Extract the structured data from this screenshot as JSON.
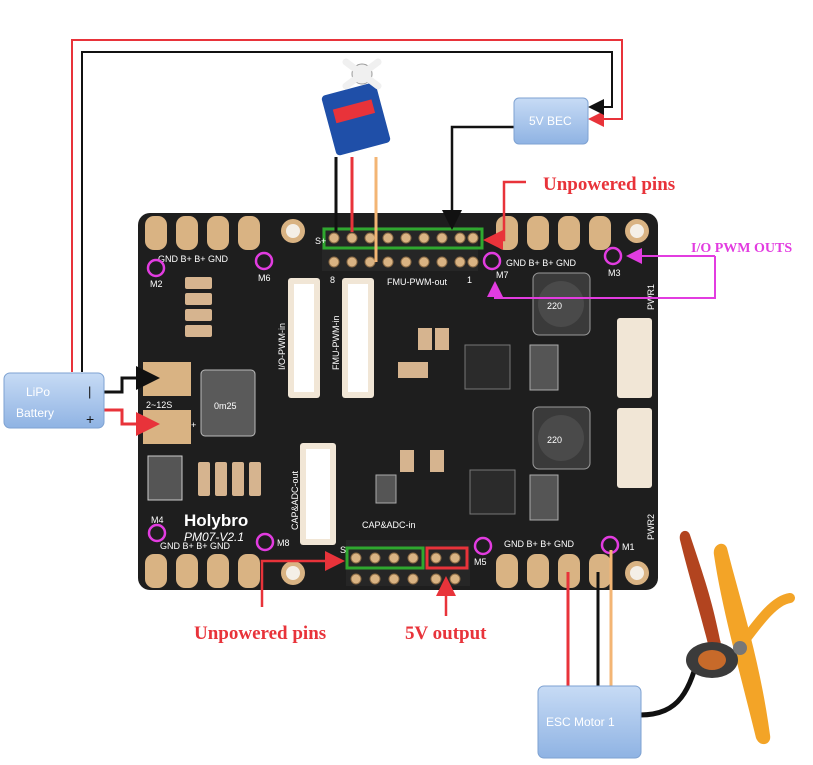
{
  "boxes": {
    "bec": "5V BEC",
    "lipo_line1": "LiPo",
    "lipo_line2": "Battery",
    "lipo_minus": "|",
    "lipo_plus": "+",
    "esc": "ESC Motor 1"
  },
  "callouts": {
    "unpowered_top": "Unpowered pins",
    "io_pwm": "I/O PWM OUTS",
    "unpowered_bottom": "Unpowered pins",
    "five_v_output": "5V output"
  },
  "board": {
    "brand": "Holybro",
    "model": "PM07-V2.1",
    "fmu_pwm_out": "FMU-PWM-out",
    "io_pwm_in": "I/O-PWM-in",
    "fmu_pwm_in": "FMU-PWM-in",
    "cap_adc_in": "CAP&ADC-in",
    "cap_adc_out": "CAP&ADC-out",
    "voltage": "2~12S",
    "shunt": "0m25",
    "inductor": "220",
    "pwr1": "PWR1",
    "pwr2": "PWR2",
    "pin_8": "8",
    "pin_1": "1",
    "pin_s_plus": "S+",
    "pin_s_bottom": "S",
    "pad_row_top_left": "GND  B+  B+  GND",
    "pad_row_top_right": "GND  B+  B+  GND",
    "pad_row_bottom_left": "GND  B+  B+  GND",
    "pad_row_bottom_right": "GND  B+  B+  GND",
    "m1": "M1",
    "m2": "M2",
    "m3": "M3",
    "m4": "M4",
    "m5": "M5",
    "m6": "M6",
    "m7": "M7",
    "m8": "M8"
  },
  "icons": [
    "servo-icon",
    "motor-propeller-icon"
  ],
  "colors": {
    "board": "#1e1e1e",
    "pad": "#d9b383",
    "box_fill": "#a9c6ec",
    "wire_red": "#e8333a",
    "wire_black": "#111111",
    "wire_signal": "#f3b574",
    "highlight_green": "#2fa82f",
    "highlight_red": "#e8333a",
    "magenta": "#e23ce0"
  }
}
